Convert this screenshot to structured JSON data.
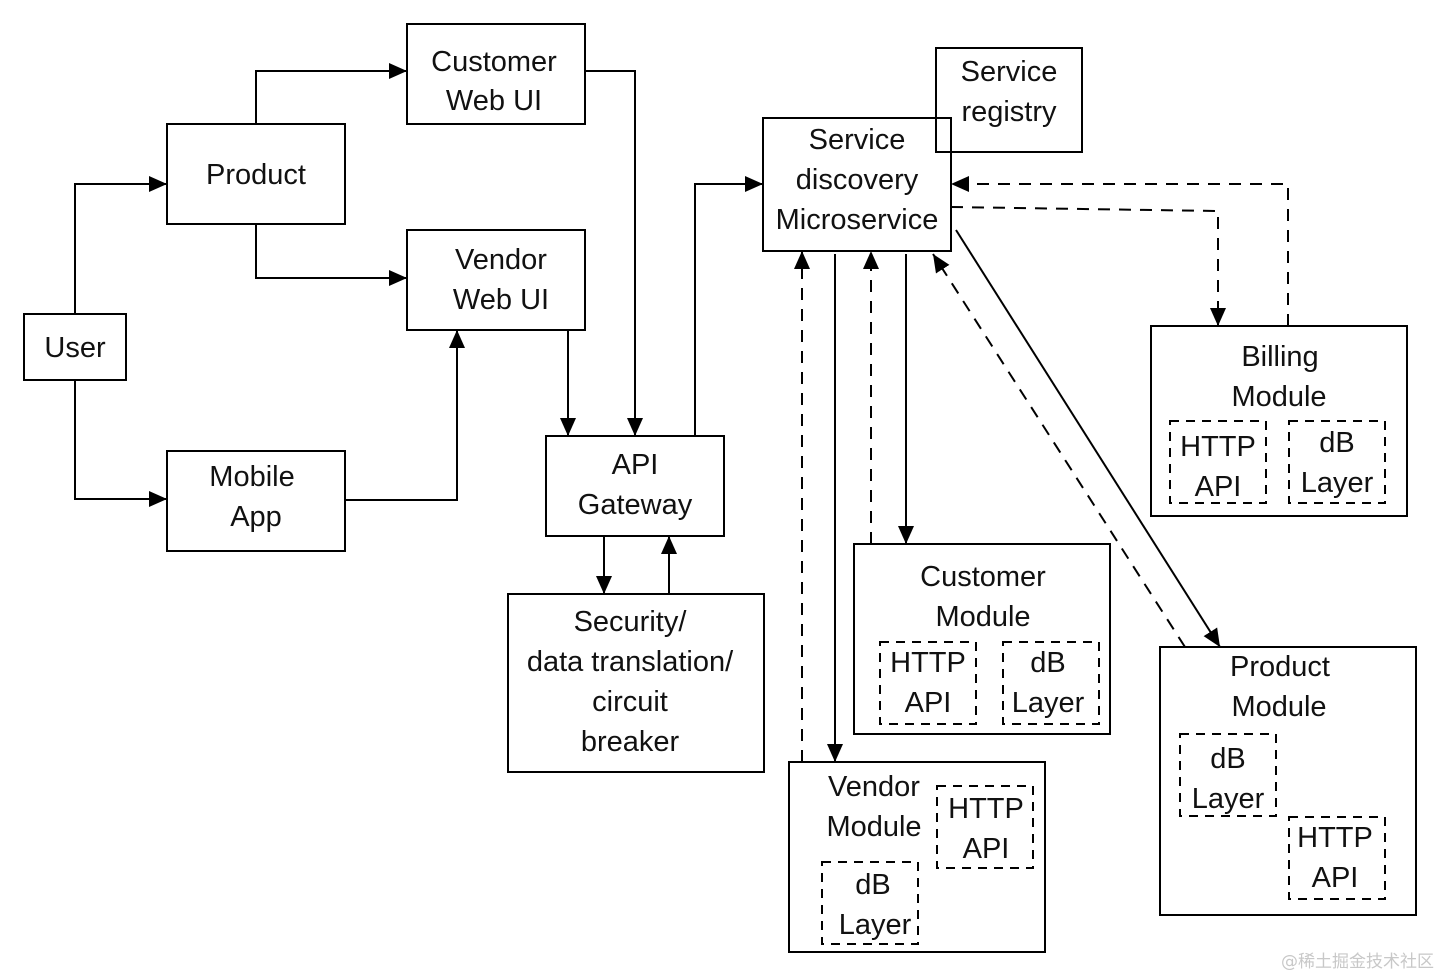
{
  "nodes": {
    "user": [
      "User"
    ],
    "product": [
      "Product"
    ],
    "customer_web_ui": [
      "Customer",
      "Web UI"
    ],
    "vendor_web_ui": [
      "Vendor",
      "Web UI"
    ],
    "mobile_app": [
      "Mobile",
      "App"
    ],
    "api_gateway": [
      "API",
      "Gateway"
    ],
    "security": [
      "Security/",
      "data translation/",
      "circuit",
      "breaker"
    ],
    "service_discovery": [
      "Service",
      "discovery",
      "Microservice"
    ],
    "service_registry": [
      "Service",
      "registry"
    ],
    "billing_module": [
      "Billing",
      "Module"
    ],
    "customer_module": [
      "Customer",
      "Module"
    ],
    "product_module": [
      "Product",
      "Module"
    ],
    "vendor_module": [
      "Vendor",
      "Module"
    ],
    "http_api": [
      "HTTP",
      "API"
    ],
    "db_layer": [
      "dB",
      "Layer"
    ]
  },
  "watermark": "@稀土掘金技术社区"
}
